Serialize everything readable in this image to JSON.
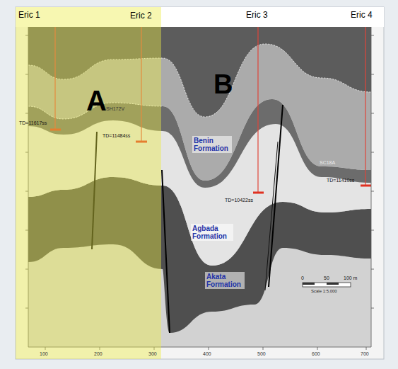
{
  "diagram": {
    "nodes": [
      {
        "text": [
          "A"
        ]
      },
      {
        "text": [
          "B"
        ]
      }
    ],
    "labels": [
      "Eric 1",
      "Eric 2",
      "Eric 3",
      "Eric 4",
      "Benin Formation",
      "Agbada Formation",
      "Akata Formation",
      "TD=11617ss",
      "TD=11484ss",
      "TD=10422ss",
      "TD=11410ss",
      "SH172V",
      "SC18A",
      "0",
      "50",
      "100 m",
      "Scale 1:5,000",
      "100",
      "200",
      "300",
      "400",
      "500",
      "600",
      "700"
    ]
  }
}
